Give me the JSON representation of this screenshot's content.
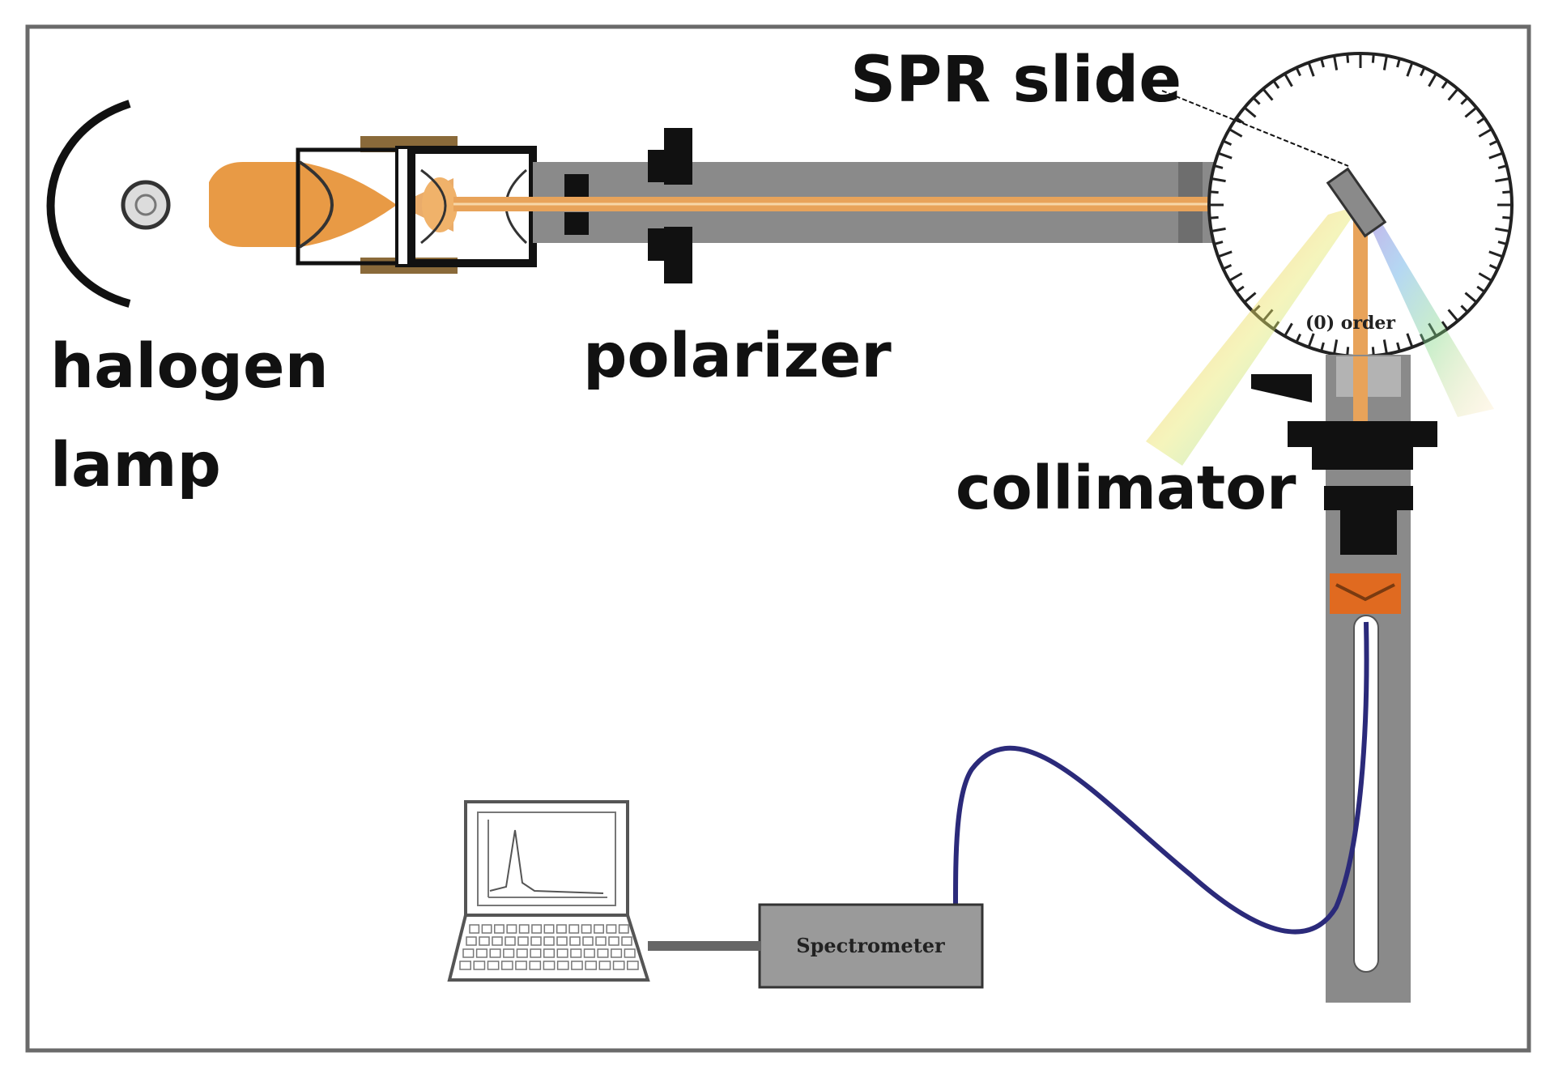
{
  "labels": {
    "spr_slide": "SPR slide",
    "halogen_line1": "halogen",
    "halogen_line2": "lamp",
    "polarizer": "polarizer",
    "collimator": "collimator",
    "spectrometer": "Spectrometer",
    "order": "(0) order"
  },
  "colors": {
    "beam": "#e8a35a",
    "lens": "#e89a45",
    "rail": "#8a8a8a",
    "mount": "#111111",
    "fiber": "#2b2a7a",
    "frame": "#6a6a6a",
    "fiber_tip": "#e06a20",
    "lamp_housing": "#8a6a3a"
  },
  "icons": [
    "halogen-bulb-icon",
    "laptop-icon",
    "spectrum-plot-icon"
  ]
}
